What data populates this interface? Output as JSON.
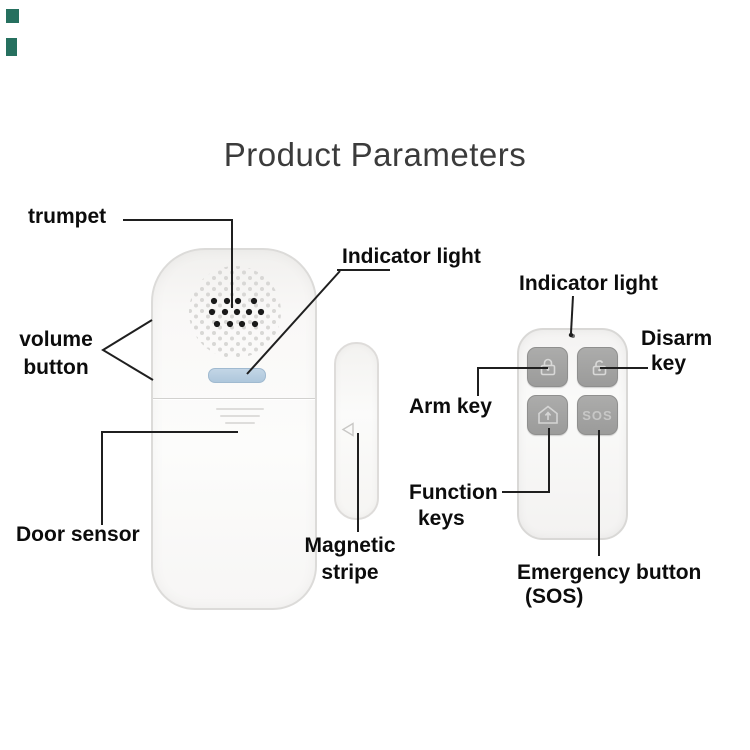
{
  "title": "Product Parameters",
  "door_sensor": {
    "labels": {
      "trumpet": "trumpet",
      "volume_line1": "volume",
      "volume_line2": "button",
      "door_sensor": "Door sensor",
      "indicator_light": "Indicator light",
      "magnetic_line1": "Magnetic",
      "magnetic_line2": "stripe"
    }
  },
  "remote": {
    "labels": {
      "indicator_light": "Indicator light",
      "disarm_line1": "Disarm",
      "disarm_line2": "key",
      "arm_key": "Arm key",
      "function_line1": "Function",
      "function_line2": "keys",
      "emergency_line1": "Emergency button",
      "emergency_line2": "(SOS)"
    },
    "buttons": {
      "arm_icon": "lock-closed",
      "disarm_icon": "lock-open",
      "function_icon": "home-arrow",
      "sos_text": "SOS"
    }
  },
  "colors": {
    "indicator_pill": "#aec7dc",
    "button_gray": "#9b9b9a",
    "pointer_line": "#1f1f1f",
    "corner_mark_teal": "#26705f",
    "title_text": "#3b3b3b"
  }
}
